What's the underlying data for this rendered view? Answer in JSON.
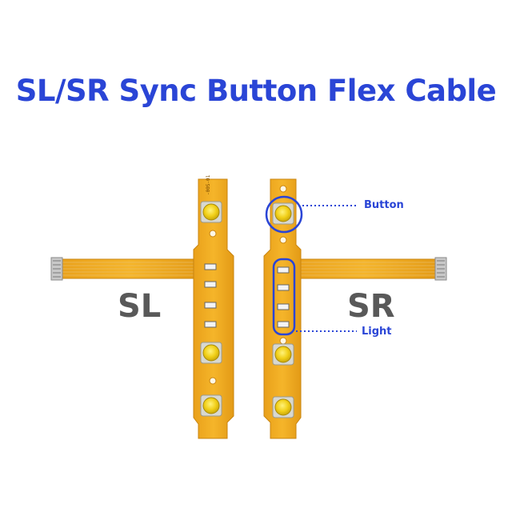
{
  "title": "SL/SR Sync Button Flex Cable",
  "left_label": "SL",
  "right_label": "SR",
  "annotations": {
    "button": "Button",
    "light": "Light"
  },
  "colors": {
    "title": "#2a45d6",
    "label": "#595959",
    "flex": "#f0a91e",
    "flex_dark": "#d98a12",
    "button_cap": "#f3d21a",
    "annotation": "#2a45d6"
  }
}
